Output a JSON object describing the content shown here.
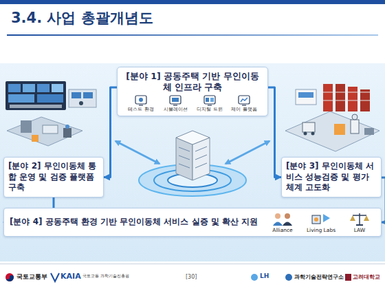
{
  "diagram": {
    "title": "3.4. 사업 총괄개념도",
    "nodes": [
      {
        "text": [
          "[분야 1] 공동주택 기반 무인이동체 인프라 구축"
        ]
      },
      {
        "text": [
          "테스트 환경"
        ],
        "in": 0
      },
      {
        "text": [
          "시뮬레이션"
        ],
        "in": 0
      },
      {
        "text": [
          "디지털 트윈"
        ],
        "in": 0
      },
      {
        "text": [
          "제어 플랫폼"
        ],
        "in": 0
      },
      {
        "text": [
          "[분야 2] 무인이동체 통합 운영 및 검증 플랫폼 구축"
        ]
      },
      {
        "text": [
          "[분야 3] 무인이동체 서비스 성능검증 및 평가체계 고도화"
        ]
      },
      {
        "text": [
          "[분야 4] 공동주택 환경 기반 무인이동체 서비스 실증 및 확산 지원"
        ]
      },
      {
        "text": [
          "Alliance"
        ],
        "in": 7
      },
      {
        "text": [
          "Living Labs"
        ],
        "in": 7
      },
      {
        "text": [
          "LAW"
        ],
        "in": 7
      }
    ],
    "edges": [
      {
        "from": 0,
        "to": 5,
        "arrow": "to"
      },
      {
        "from": 0,
        "to": 6,
        "arrow": "to"
      },
      {
        "from": 5,
        "to": 7,
        "arrow": "to"
      },
      {
        "from": 6,
        "to": 7,
        "arrow": "to"
      }
    ],
    "labels": [
      "국토교통부",
      "KAIA",
      "국토교통 과학기술진흥원",
      "[30]",
      "LH",
      "과학기술전략연구소",
      "고려대학교"
    ]
  }
}
